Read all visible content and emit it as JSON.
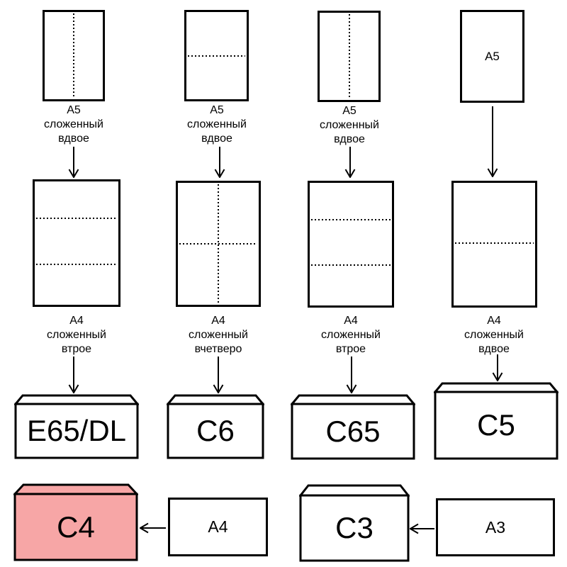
{
  "colors": {
    "background": "#FFFFFF",
    "line": "#000000",
    "c4_highlight": "#F7A6A6"
  },
  "row1": {
    "fold1": {
      "line1": "А5",
      "line2": "сложенный",
      "line3": "вдвое"
    },
    "fold2": {
      "line1": "А5",
      "line2": "сложенный",
      "line3": "вдвое"
    },
    "fold3": {
      "line1": "А5",
      "line2": "сложенный",
      "line3": "вдвое"
    },
    "sheet4_label": "А5"
  },
  "row2": {
    "fold1": {
      "line1": "А4",
      "line2": "сложенный",
      "line3": "втрое"
    },
    "fold2": {
      "line1": "А4",
      "line2": "сложенный",
      "line3": "вчетверо"
    },
    "fold3": {
      "line1": "А4",
      "line2": "сложенный",
      "line3": "втрое"
    },
    "fold4": {
      "line1": "А4",
      "line2": "сложенный",
      "line3": "вдвое"
    }
  },
  "envelopes": {
    "e65dl": {
      "label": "E65/DL"
    },
    "c6": {
      "label": "C6"
    },
    "c65": {
      "label": "C65"
    },
    "c5": {
      "label": "C5"
    },
    "c4": {
      "label": "C4",
      "fill": "#F7A6A6"
    },
    "c3": {
      "label": "C3"
    }
  },
  "source_sheets": {
    "a4": "А4",
    "a3": "А3"
  }
}
